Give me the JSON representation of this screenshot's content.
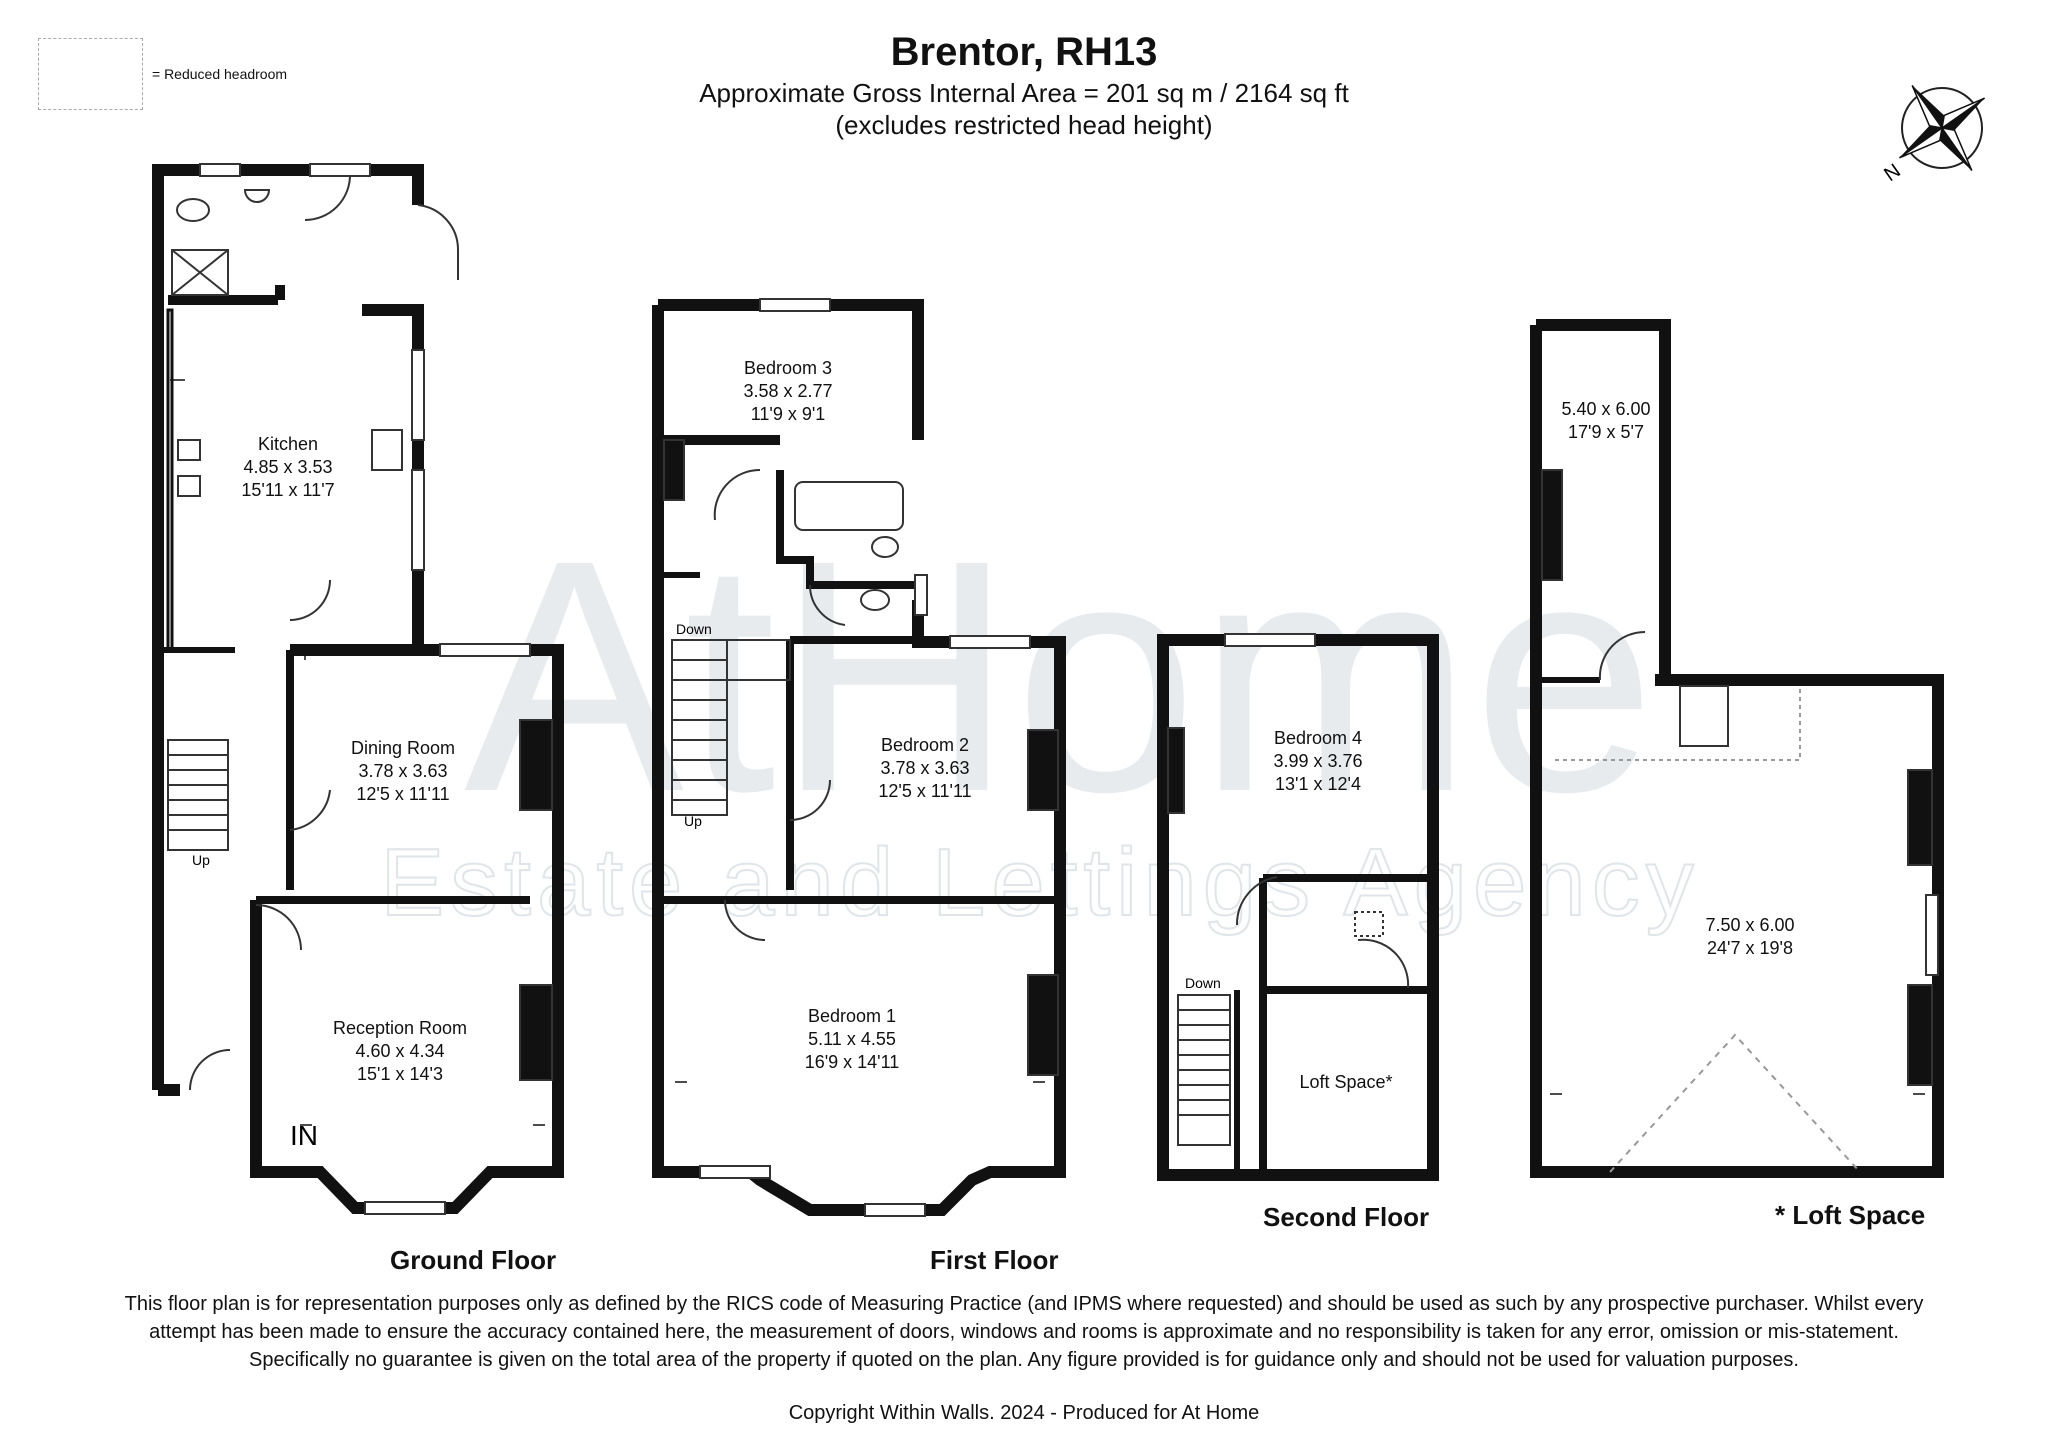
{
  "header": {
    "title": "Brentor, RH13",
    "subtitle": "Approximate Gross Internal Area = 201 sq m / 2164 sq ft",
    "subtitle2": "(excludes restricted head height)"
  },
  "legend": {
    "text": "= Reduced headroom"
  },
  "watermark": {
    "main": "AtHome",
    "sub": "Estate and Lettings Agency"
  },
  "compass": {
    "north_label": "N"
  },
  "floors": {
    "ground": {
      "label": "Ground Floor",
      "entrance": "IN",
      "stairs": "Up",
      "rooms": [
        {
          "name": "Kitchen",
          "metric": "4.85 x 3.53",
          "imperial": "15'11 x 11'7"
        },
        {
          "name": "Dining Room",
          "metric": "3.78 x 3.63",
          "imperial": "12'5 x 11'11"
        },
        {
          "name": "Reception Room",
          "metric": "4.60 x 4.34",
          "imperial": "15'1 x 14'3"
        }
      ]
    },
    "first": {
      "label": "First Floor",
      "stairs_down": "Down",
      "stairs_up": "Up",
      "rooms": [
        {
          "name": "Bedroom 3",
          "metric": "3.58 x 2.77",
          "imperial": "11'9 x 9'1"
        },
        {
          "name": "Bedroom 2",
          "metric": "3.78 x 3.63",
          "imperial": "12'5 x 11'11"
        },
        {
          "name": "Bedroom 1",
          "metric": "5.11 x 4.55",
          "imperial": "16'9 x 14'11"
        }
      ]
    },
    "second": {
      "label": "Second Floor",
      "stairs_down": "Down",
      "rooms": [
        {
          "name": "Bedroom 4",
          "metric": "3.99 x 3.76",
          "imperial": "13'1 x 12'4"
        },
        {
          "name": "Loft Space*",
          "metric": "",
          "imperial": ""
        }
      ]
    },
    "loft": {
      "label": "* Loft Space",
      "rooms": [
        {
          "name": "",
          "metric": "5.40 x 6.00",
          "imperial": "17'9 x 5'7"
        },
        {
          "name": "",
          "metric": "7.50 x 6.00",
          "imperial": "24'7 x 19'8"
        }
      ]
    }
  },
  "footer": {
    "disclaimer": "This floor plan is for representation purposes only as defined by the RICS code of Measuring Practice (and IPMS where requested) and should be used as such by any prospective purchaser. Whilst every attempt has been made to ensure the accuracy contained here, the measurement of doors, windows and rooms is approximate and no responsibility is taken for any error, omission or mis-statement. Specifically no guarantee is given on the total area of the property if quoted on the plan. Any figure provided is for guidance only and should not be used for valuation purposes.",
    "copyright": "Copyright Within Walls. 2024 - Produced for At Home"
  },
  "colors": {
    "wall": "#111111",
    "watermark": "#dfe5e8"
  }
}
